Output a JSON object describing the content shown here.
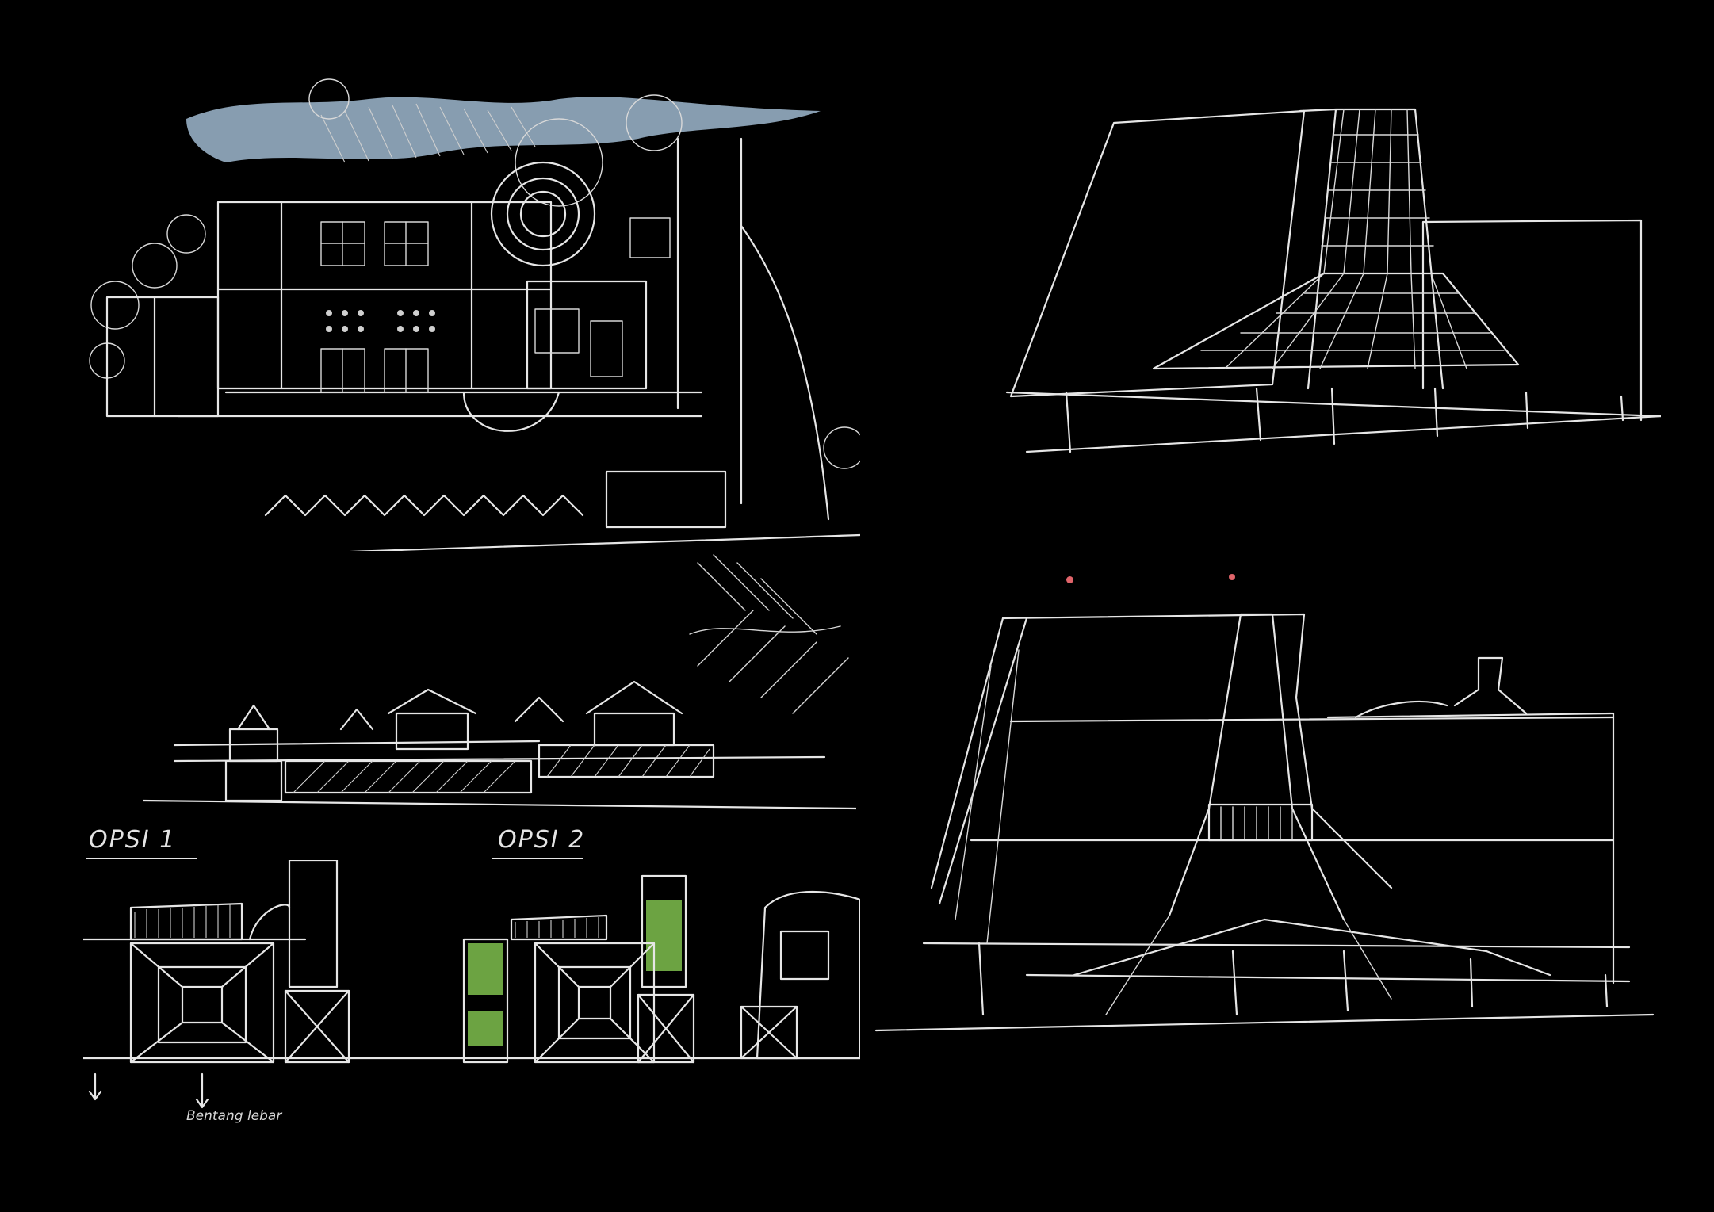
{
  "labels": {
    "option1": "OPSI 1",
    "option2": "OPSI 2",
    "side_note": "Bentang lebar"
  },
  "colors": {
    "background": "#000000",
    "ink": "#e6e6e6",
    "water_blue": "#a9c4dc",
    "green_fill": "#7fbf4d"
  }
}
